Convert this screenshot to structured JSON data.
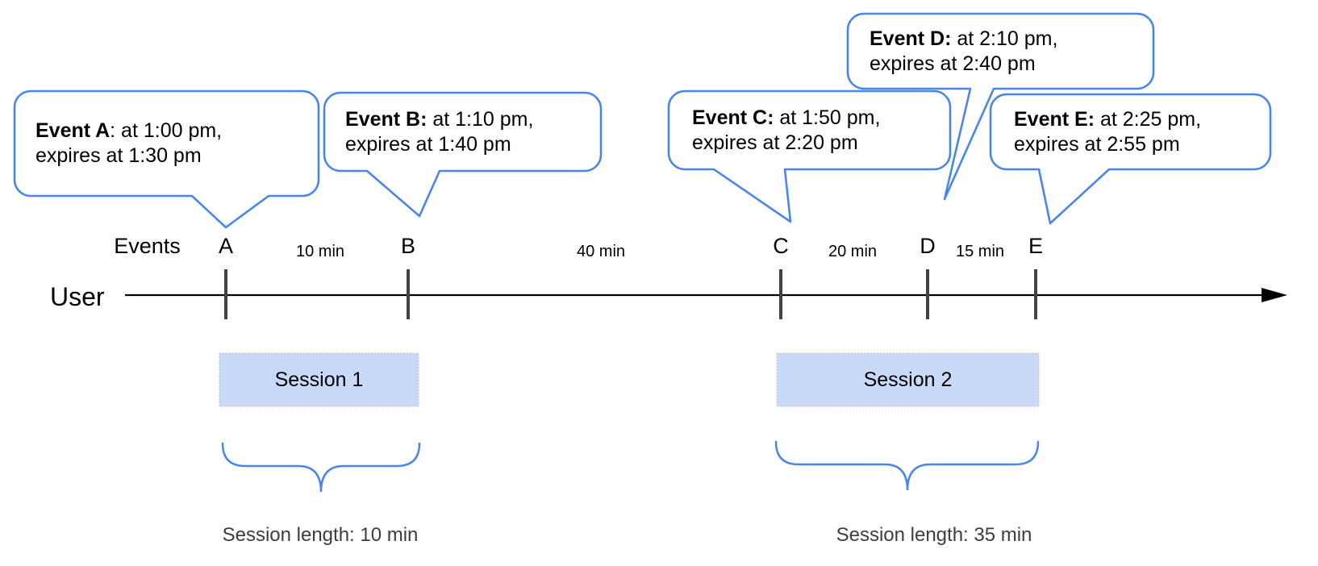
{
  "diagram": {
    "user_label": "User",
    "events_axis_label": "Events",
    "bubbles": [
      {
        "bold": "Event A",
        "rest": ": at 1:00 pm,",
        "line2": "expires at 1:30 pm"
      },
      {
        "bold": "Event B:",
        "rest": " at 1:10 pm,",
        "line2": "expires at 1:40 pm"
      },
      {
        "bold": "Event C:",
        "rest": " at 1:50 pm,",
        "line2": "expires at 2:20 pm"
      },
      {
        "bold": "Event D:",
        "rest": " at 2:10 pm,",
        "line2": "expires at 2:40 pm"
      },
      {
        "bold": "Event E:",
        "rest": " at 2:25 pm,",
        "line2": "expires at 2:55 pm"
      }
    ],
    "event_letters": [
      "A",
      "B",
      "C",
      "D",
      "E"
    ],
    "intervals": [
      "10 min",
      "40 min",
      "20 min",
      "15 min"
    ],
    "sessions": [
      {
        "label": "Session 1",
        "length": "Session length: 10 min"
      },
      {
        "label": "Session 2",
        "length": "Session length: 35 min"
      }
    ],
    "colors": {
      "bubble_border": "#4a86e8",
      "brace": "#4a86e8",
      "session_fill": "#c9daf8",
      "tick": "#434343",
      "axis": "#000000"
    }
  }
}
